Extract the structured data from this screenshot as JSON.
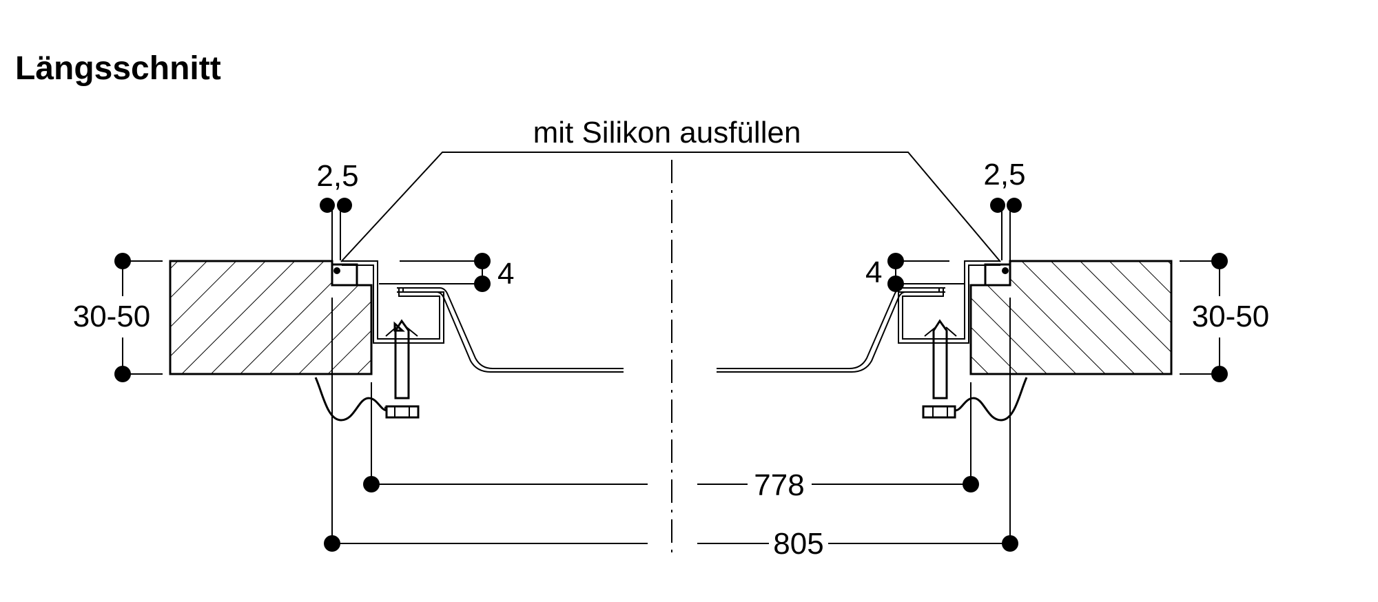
{
  "title": "Längsschnitt",
  "labels": {
    "silicone_note": "mit Silikon ausfüllen",
    "gap_left": "2,5",
    "gap_right": "2,5",
    "rim_left": "4",
    "rim_right": "4",
    "thickness_left": "30-50",
    "thickness_right": "30-50",
    "inner_width": "778",
    "outer_width": "805"
  }
}
